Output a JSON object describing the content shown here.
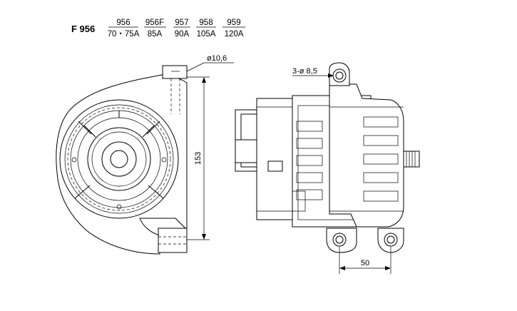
{
  "model": "F 956",
  "variants": [
    {
      "code": "956",
      "rating": "70・75A"
    },
    {
      "code": "956F",
      "rating": "85A"
    },
    {
      "code": "957",
      "rating": "90A"
    },
    {
      "code": "958",
      "rating": "105A"
    },
    {
      "code": "959",
      "rating": "120A"
    }
  ],
  "dimensions": {
    "hole_top": "ø10,6",
    "height": "153",
    "mount_holes": "3‑ø 8,5",
    "hole_spacing": "50"
  }
}
